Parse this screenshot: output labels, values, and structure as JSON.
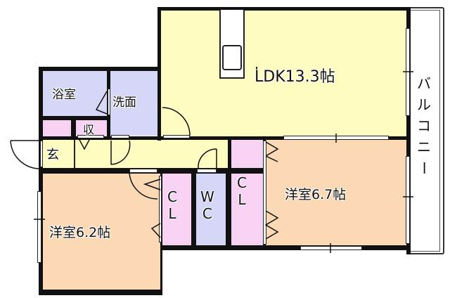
{
  "floor_plan": {
    "colors": {
      "ldk": "#fefcc0",
      "western_room": "#fcd9b5",
      "wet_area": "#d6d6f7",
      "closet": "#f8d2f2",
      "hallway": "#fefcc0",
      "balcony": "#ffffff",
      "wall": "#111111"
    },
    "rooms": {
      "ldk": {
        "label": "LDK13.3帖"
      },
      "bathroom": {
        "label": "浴室"
      },
      "washroom": {
        "label": "洗面"
      },
      "storage": {
        "label": "収"
      },
      "entrance": {
        "label": "玄"
      },
      "western_room_1": {
        "label": "洋室6.2帖"
      },
      "western_room_2": {
        "label": "洋室6.7帖"
      },
      "closet_1": {
        "chars": [
          "C",
          "L"
        ]
      },
      "toilet": {
        "chars": [
          "W",
          "C"
        ]
      },
      "closet_2": {
        "chars": [
          "C",
          "L"
        ]
      },
      "balcony": {
        "chars": [
          "バ",
          "ル",
          "コ",
          "ニ",
          "ー"
        ]
      }
    }
  }
}
